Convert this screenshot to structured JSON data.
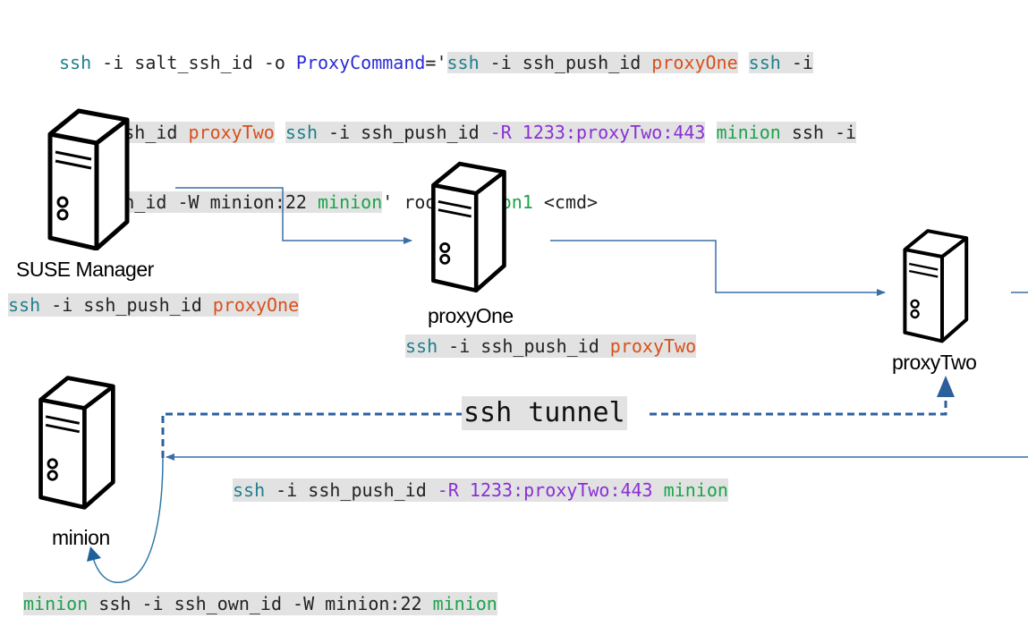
{
  "top_command": {
    "line1": [
      {
        "t": "ssh",
        "c": "teal",
        "hl": false
      },
      {
        "t": " -i salt_ssh_id -o ",
        "c": "black",
        "hl": false
      },
      {
        "t": "ProxyCommand",
        "c": "blue",
        "hl": false
      },
      {
        "t": "='",
        "c": "black",
        "hl": false
      },
      {
        "t": "ssh",
        "c": "teal",
        "hl": true
      },
      {
        "t": " -i ssh_push_id ",
        "c": "black",
        "hl": true
      },
      {
        "t": "proxyOne",
        "c": "red",
        "hl": true
      },
      {
        "t": " ",
        "c": "black",
        "hl": false
      },
      {
        "t": "ssh",
        "c": "teal",
        "hl": true
      },
      {
        "t": " -i",
        "c": "black",
        "hl": true
      }
    ],
    "line2": [
      {
        "t": "ssh_push_id ",
        "c": "black",
        "hl": true
      },
      {
        "t": "proxyTwo",
        "c": "red",
        "hl": true
      },
      {
        "t": " ",
        "c": "black",
        "hl": false
      },
      {
        "t": "ssh",
        "c": "teal",
        "hl": true
      },
      {
        "t": " -i ssh_push_id ",
        "c": "black",
        "hl": true
      },
      {
        "t": "-R 1233:proxyTwo:443",
        "c": "purple",
        "hl": true
      },
      {
        "t": " ",
        "c": "black",
        "hl": false
      },
      {
        "t": "minion",
        "c": "green",
        "hl": true
      },
      {
        "t": " ssh -i",
        "c": "black",
        "hl": true
      }
    ],
    "line3": [
      {
        "t": "ssh_own_id -W minion:22 ",
        "c": "black",
        "hl": true
      },
      {
        "t": "minion",
        "c": "green",
        "hl": true
      },
      {
        "t": "' root@",
        "c": "black",
        "hl": false
      },
      {
        "t": "minion1",
        "c": "green",
        "hl": false
      },
      {
        "t": " <cmd>",
        "c": "black",
        "hl": false
      }
    ]
  },
  "nodes": {
    "suse_manager": "SUSE Manager",
    "proxy_one": "proxyOne",
    "proxy_two": "proxyTwo",
    "minion": "minion"
  },
  "commands": {
    "suse": [
      {
        "t": "ssh",
        "c": "teal"
      },
      {
        "t": " -i ssh_push_id ",
        "c": "black"
      },
      {
        "t": "proxyOne",
        "c": "red"
      }
    ],
    "proxy_one": [
      {
        "t": "ssh",
        "c": "teal"
      },
      {
        "t": " -i ssh_push_id ",
        "c": "black"
      },
      {
        "t": "proxyTwo",
        "c": "red"
      }
    ],
    "proxy_two": [
      {
        "t": "ssh",
        "c": "teal"
      },
      {
        "t": " -i ssh_push_id ",
        "c": "black"
      },
      {
        "t": "-R 1233:proxyTwo:443",
        "c": "purple"
      },
      {
        "t": " ",
        "c": "black"
      },
      {
        "t": "minion",
        "c": "green"
      }
    ],
    "minion": [
      {
        "t": "minion",
        "c": "green"
      },
      {
        "t": " ssh -i ssh_own_id -W minion:22 ",
        "c": "black"
      },
      {
        "t": "minion",
        "c": "green"
      }
    ]
  },
  "tunnel_label": "ssh tunnel",
  "colors": {
    "teal": "#1f7f8c",
    "black": "#222222",
    "red": "#d9501c",
    "blue": "#2b2bd6",
    "purple": "#8a2fd6",
    "green": "#1aa34a",
    "line": "#3a6ea5",
    "highlight": "#e2e2e2"
  }
}
